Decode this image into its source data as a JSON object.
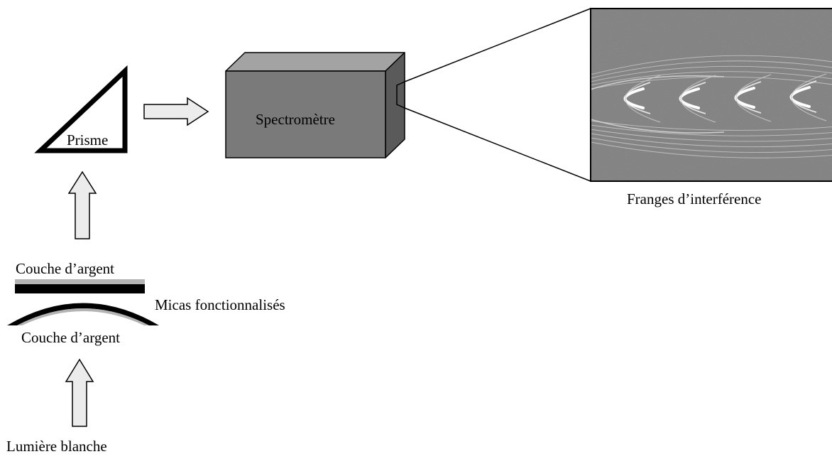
{
  "labels": {
    "prism": "Prisme",
    "spectrometer": "Spectromètre",
    "fringes": "Franges d’interférence",
    "silver_top": "Couche d’argent",
    "micas": "Micas fonctionnalisés",
    "silver_bottom": "Couche d’argent",
    "light": "Lumière blanche"
  },
  "colors": {
    "box_front": "#7a7a7a",
    "box_top": "#a3a3a3",
    "box_side": "#5a5a5a",
    "arrow_fill": "#ececec",
    "silver_gray": "#b4b4b4",
    "mica_black": "#000000",
    "fringe_background": "#8a8a8a"
  },
  "icons": {
    "prism": "right-triangle-prism",
    "spectrometer": "3d-box",
    "arrow_right": "hollow-arrow-right",
    "arrow_up": "hollow-arrow-up"
  }
}
